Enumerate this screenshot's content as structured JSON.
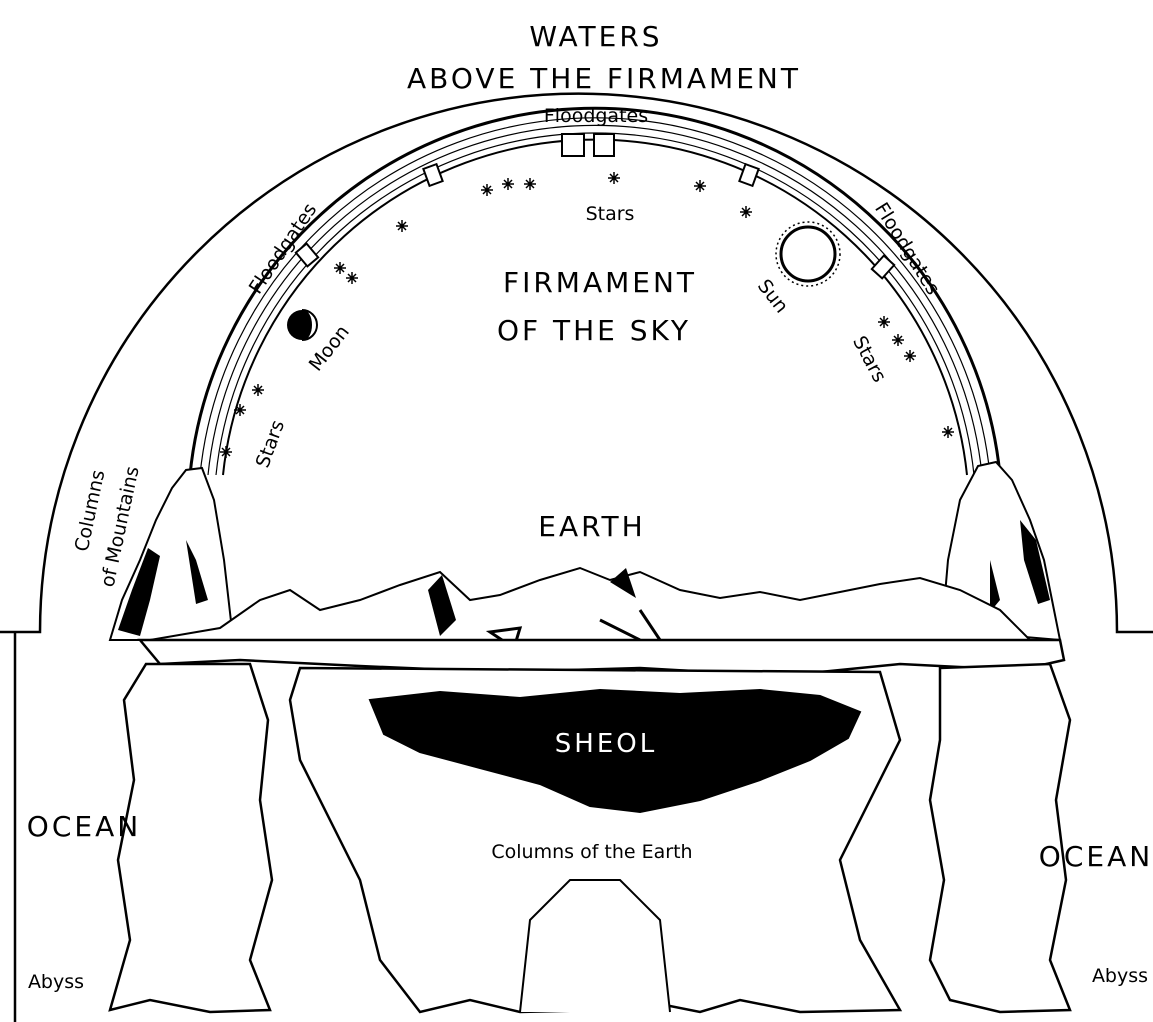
{
  "diagram": {
    "waters_line1": "WATERS",
    "waters_line2": "ABOVE THE FIRMAMENT",
    "floodgates_top": "Floodgates",
    "floodgates_left": "Floodgates",
    "floodgates_right": "Floodgates",
    "stars_top": "Stars",
    "stars_left": "Stars",
    "stars_right": "Stars",
    "firmament_line1": "FIRMAMENT",
    "firmament_line2": "OF THE SKY",
    "moon": "Moon",
    "sun": "Sun",
    "columns_mountains_line1": "Columns",
    "columns_mountains_line2": "of Mountains",
    "earth": "EARTH",
    "sheol": "SHEOL",
    "columns_earth": "Columns of the Earth",
    "ocean_left": "OCEAN",
    "ocean_right": "OCEAN",
    "abyss_left": "Abyss",
    "abyss_right": "Abyss"
  }
}
